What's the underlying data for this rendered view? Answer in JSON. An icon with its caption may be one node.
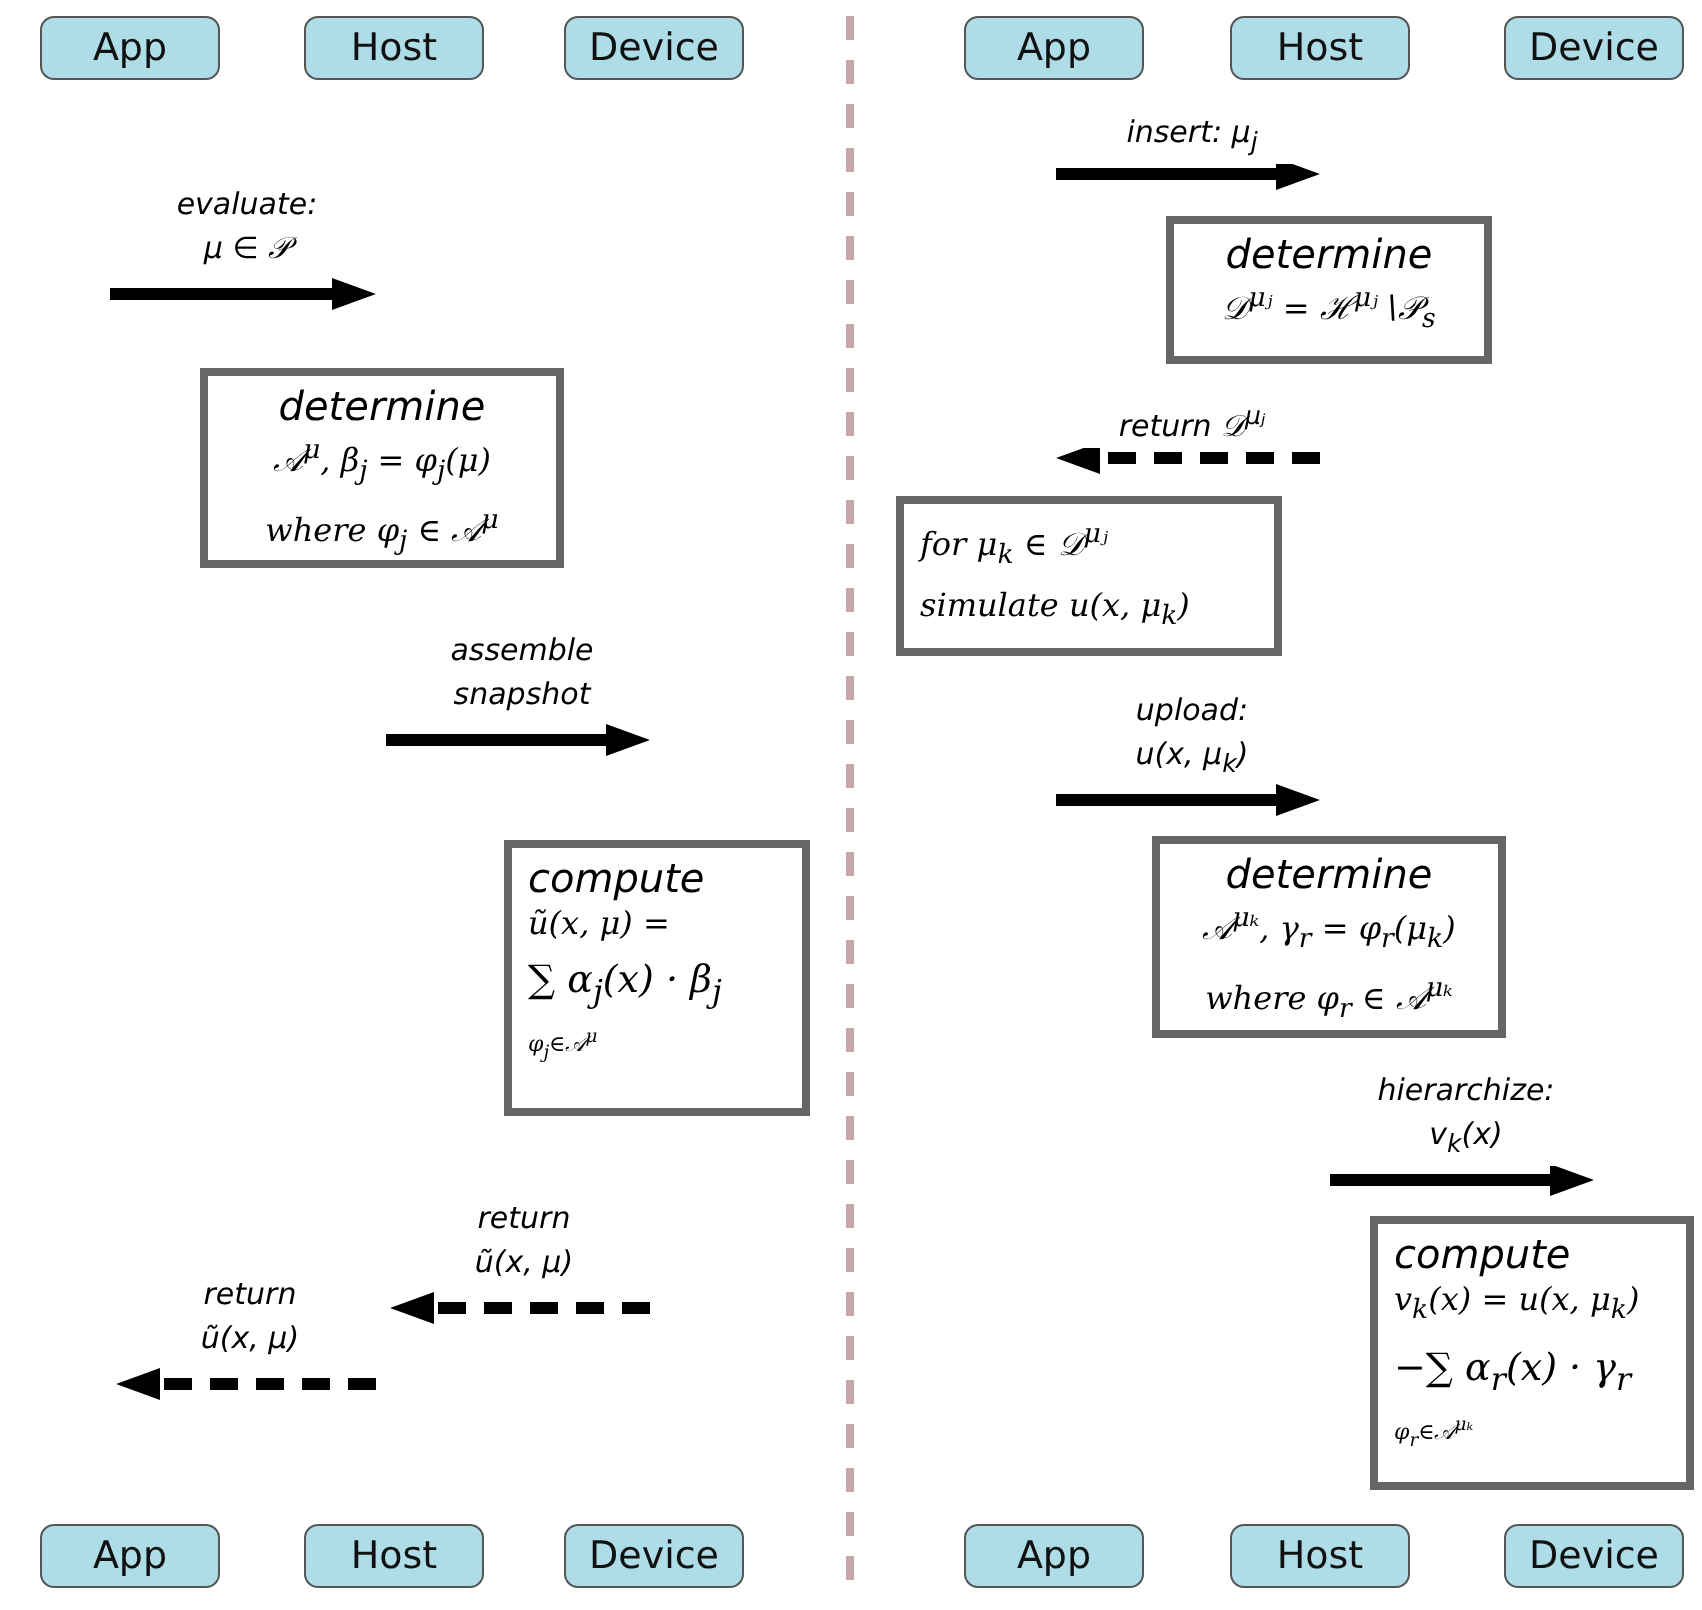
{
  "diagram": {
    "nodes": [
      {
        "text": [
          "App"
        ]
      },
      {
        "text": [
          "Host"
        ]
      },
      {
        "text": [
          "Device"
        ]
      },
      {
        "text": [
          "App"
        ]
      },
      {
        "text": [
          "Host"
        ]
      },
      {
        "text": [
          "Device"
        ]
      },
      {
        "text": [
          "determine",
          "𝒜$^{μ}$, β$_{j}$ = φ$_{j}$(μ)",
          "where φ$_{j}$ ∈ 𝒜$^{μ}$"
        ]
      },
      {
        "text": [
          "compute",
          "ũ(x, μ) =",
          "∑ α$_{j}$(x) · β$_{j}$",
          "φ$_{j}$∈𝒜$^{μ}$"
        ]
      },
      {
        "text": [
          "determine",
          "𝒟$^{μⱼ}$ = ℋ$^{μⱼ}$∖𝒫$_{s}$"
        ]
      },
      {
        "text": [
          "for μ$_{k}$ ∈ 𝒟$^{μⱼ}$",
          "simulate u(x, μ$_{k}$)"
        ]
      },
      {
        "text": [
          "determine",
          "𝒜$^{μₖ}$, γ$_{r}$ = φ$_{r}$(μ$_{k}$)",
          "where φ$_{r}$ ∈ 𝒜$^{μₖ}$"
        ]
      },
      {
        "text": [
          "compute",
          "v$_{k}$(x) = u(x, μ$_{k}$)",
          "−∑ α$_{r}$(x) · γ$_{r}$",
          "φ$_{r}$∈𝒜$^{μₖ}$"
        ]
      },
      {
        "text": [
          "App"
        ]
      },
      {
        "text": [
          "Host"
        ]
      },
      {
        "text": [
          "Device"
        ]
      },
      {
        "text": [
          "App"
        ]
      },
      {
        "text": [
          "Host"
        ]
      },
      {
        "text": [
          "Device"
        ]
      }
    ],
    "labels": [
      "insert: μ$_{j}$",
      "evaluate: μ ∈ 𝒫",
      "return 𝒟$^{μⱼ}$",
      "assemble snapshot",
      "upload: u(x, μ$_{k}$)",
      "hierarchize: v$_{k}$(x)",
      "return ũ(x, μ)",
      "return ũ(x, μ)"
    ]
  }
}
